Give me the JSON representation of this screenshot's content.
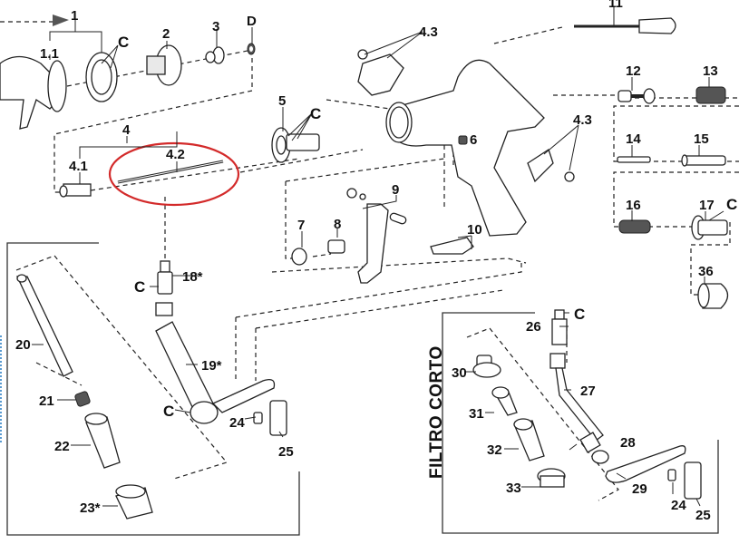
{
  "diagram": {
    "type": "exploded-parts-view",
    "subject": "airless spray gun",
    "highlight_color": "#d32a2a",
    "line_color": "#222222",
    "highlighted_part": "4.2"
  },
  "section_titles": {
    "filtro_corto": "FILTRO CORTO"
  },
  "labels": {
    "p1": "1",
    "p1_1": "1.1",
    "p1_c": "C",
    "p2": "2",
    "p3": "3",
    "pD": "D",
    "p4": "4",
    "p4_1": "4.1",
    "p4_2": "4.2",
    "p4_3_top": "4.3",
    "p4_3_right": "4.3",
    "p5": "5",
    "p5_c": "C",
    "p6": "6",
    "p7": "7",
    "p8": "8",
    "p9": "9",
    "p10": "10",
    "p11": "11",
    "p12": "12",
    "p13": "13",
    "p14": "14",
    "p15": "15",
    "p16": "16",
    "p17": "17",
    "p17_c": "C",
    "p36": "36",
    "p18": "18*",
    "p18_c": "C",
    "p19": "19*",
    "p19_c": "C",
    "p20": "20",
    "p21": "21",
    "p22": "22",
    "p23": "23*",
    "p24_a": "24",
    "p25_a": "25",
    "p26": "26",
    "p26_c": "C",
    "p27": "27",
    "p28": "28",
    "p29": "29",
    "p30": "30",
    "p31": "31",
    "p32": "32",
    "p33": "33",
    "p24_b": "24",
    "p25_b": "25"
  }
}
